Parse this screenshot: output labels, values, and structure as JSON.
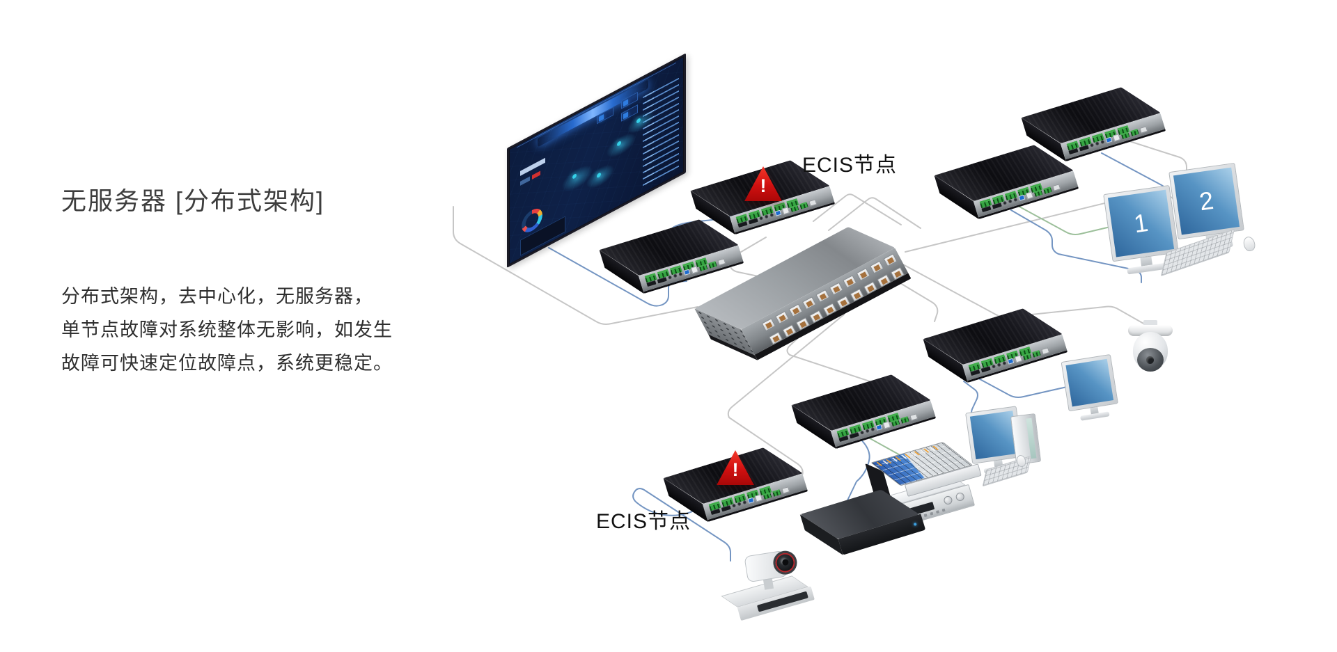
{
  "intro": {
    "title": "无服务器 [分布式架构]",
    "body_lines": [
      "分布式架构，去中心化，无服务器，",
      "单节点故障对系统整体无影响，如发生",
      "故障可快速定位故障点，系统更稳定。"
    ]
  },
  "diagram": {
    "labels": {
      "ecis_top": "ECIS节点",
      "ecis_bottom": "ECIS节点"
    },
    "monitor_numbers": {
      "monitor1": "1",
      "monitor2": "2"
    },
    "warning_mark": "!",
    "colors": {
      "line_gray": "#c6c6c6",
      "line_blue": "#7495c2",
      "line_green": "#9cbf9a",
      "warning_red": "#d01010",
      "terminal_block_green": "#3fae49",
      "monitor_screen_blue": "#5794c4",
      "dashboard_screen_navy": "#0e2148",
      "switch_body_gray": "#9a9fa3",
      "device_body_black": "#14141a"
    },
    "elements": [
      {
        "id": "video-wall-display",
        "kind": "dashboard-display"
      },
      {
        "id": "ecis-node-warning-top",
        "kind": "ecis-node",
        "warning": true
      },
      {
        "id": "ecis-node-left",
        "kind": "ecis-node"
      },
      {
        "id": "ecis-node-top-right-back",
        "kind": "ecis-node"
      },
      {
        "id": "ecis-node-top-right-front",
        "kind": "ecis-node"
      },
      {
        "id": "ecis-node-mid-right",
        "kind": "ecis-node"
      },
      {
        "id": "ecis-node-center-bottom",
        "kind": "ecis-node"
      },
      {
        "id": "ecis-node-warning-bottom",
        "kind": "ecis-node",
        "warning": true
      },
      {
        "id": "network-switch",
        "kind": "matrix-switch"
      },
      {
        "id": "monitor-1",
        "kind": "monitor"
      },
      {
        "id": "monitor-2",
        "kind": "monitor"
      },
      {
        "id": "keyboard",
        "kind": "keyboard"
      },
      {
        "id": "mouse",
        "kind": "mouse"
      },
      {
        "id": "dome-camera",
        "kind": "ptz-dome-camera"
      },
      {
        "id": "desktop-monitor",
        "kind": "monitor"
      },
      {
        "id": "desktop-pc",
        "kind": "pc-tower"
      },
      {
        "id": "pc-keyboard",
        "kind": "keyboard"
      },
      {
        "id": "pc-mouse",
        "kind": "mouse"
      },
      {
        "id": "small-monitor",
        "kind": "monitor"
      },
      {
        "id": "audio-mixer",
        "kind": "mixing-console"
      },
      {
        "id": "amplifier",
        "kind": "amplifier"
      },
      {
        "id": "media-player",
        "kind": "media-player"
      },
      {
        "id": "video-conference-camera",
        "kind": "camera"
      }
    ]
  }
}
